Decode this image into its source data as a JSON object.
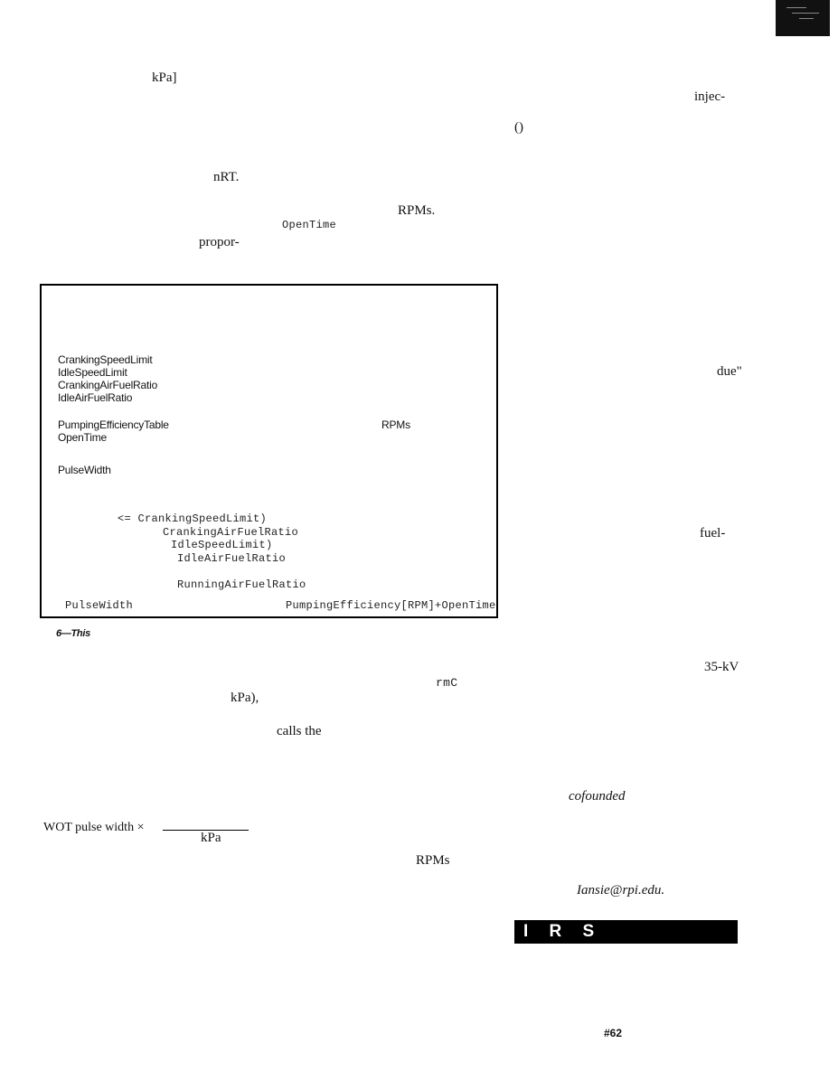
{
  "top_left": {
    "kpa_1": "kPa]",
    "nrt": "nRT.",
    "openTime_mono": "OpenTime",
    "rpms_1": "RPMs.",
    "propor": "propor-"
  },
  "top_right": {
    "injec": "injec-",
    "paren": "()"
  },
  "listing": {
    "decl_lines": [
      "CrankingSpeedLimit",
      "IdleSpeedLimit",
      "CrankingAirFuelRatio",
      "IdleAirFuelRatio"
    ],
    "pumping_table": "PumpingEfficiencyTable",
    "rpms": "RPMs",
    "open_time": "OpenTime",
    "pulse_width": "PulseWidth",
    "code_1": "<= CrankingSpeedLimit)",
    "code_2": "CrankingAirFuelRatio",
    "code_3": "IdleSpeedLimit)",
    "code_4": "IdleAirFuelRatio",
    "code_5": "RunningAirFuelRatio",
    "code_6a": "PulseWidth",
    "code_6b": "PumpingEfficiency[RPM]+OpenTime"
  },
  "caption": "6—This",
  "body_lower": {
    "rmc": "rmC",
    "kpa_2": "kPa),",
    "calls_the": "calls the",
    "wot": "WOT pulse width ×",
    "kpa_den": "kPa",
    "rpms_2": "RPMs"
  },
  "right_col": {
    "due": "due\"",
    "fuel": "fuel-",
    "kv": "35-kV",
    "cofounded": "cofounded",
    "email": "Iansie@rpi.edu."
  },
  "irs_banner": "I R S",
  "page_number": "#62"
}
